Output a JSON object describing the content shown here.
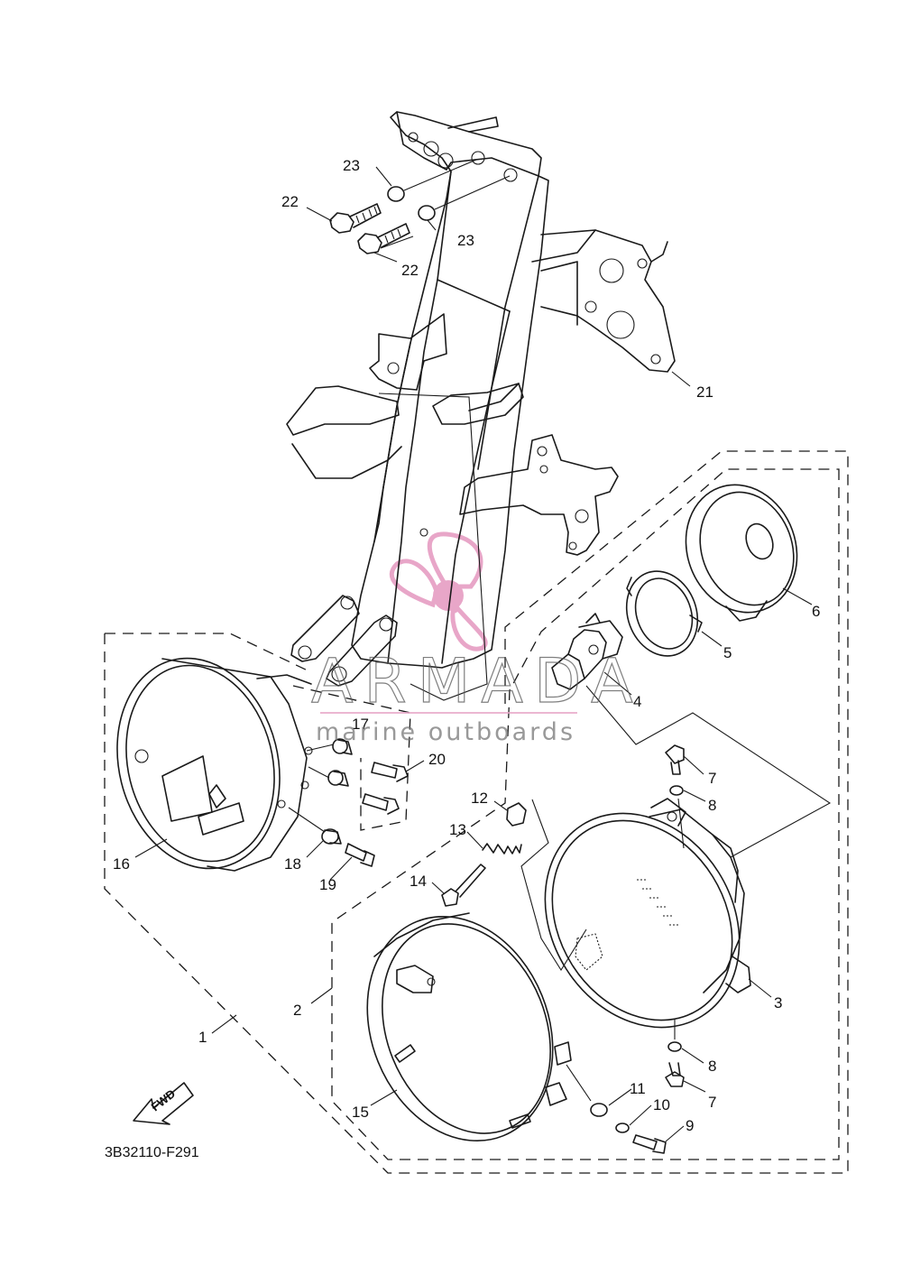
{
  "diagram_code": "3B32110-F291",
  "watermark": {
    "brand": "ARMADA",
    "tagline": "marine outboards",
    "logo_icon": "propeller-icon",
    "logo_color": "#e8a6c8"
  },
  "fwd_marker": {
    "label": "FWD",
    "icon": "forward-arrow-icon"
  },
  "callouts": {
    "c1": "1",
    "c2": "2",
    "c3": "3",
    "c4": "4",
    "c5": "5",
    "c6": "6",
    "c7a": "7",
    "c7b": "7",
    "c8a": "8",
    "c8b": "8",
    "c9": "9",
    "c10": "10",
    "c11": "11",
    "c12": "12",
    "c13": "13",
    "c14": "14",
    "c15": "15",
    "c16": "16",
    "c17": "17",
    "c18": "18",
    "c19": "19",
    "c20": "20",
    "c21": "21",
    "c22a": "22",
    "c22b": "22",
    "c23a": "23",
    "c23b": "23"
  }
}
